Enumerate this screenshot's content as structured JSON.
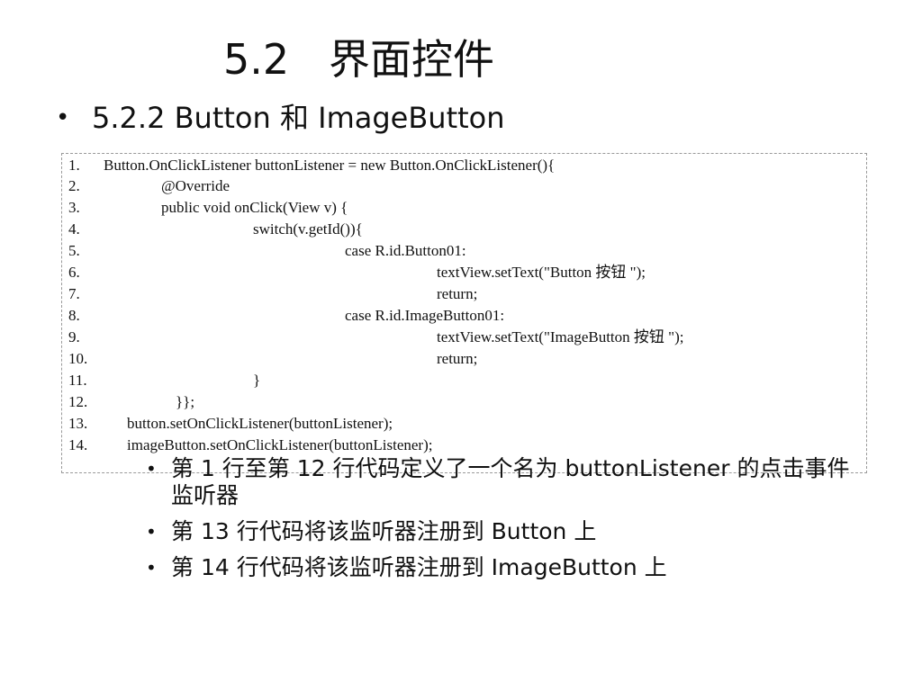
{
  "slide": {
    "title": "5.2   界面控件",
    "subtitle": "5.2.2 Button 和 ImageButton",
    "bullet_glyph": "•"
  },
  "code": {
    "lines": [
      {
        "num": "1.",
        "text": "Button.OnClickListener buttonListener = new Button.OnClickListener(){"
      },
      {
        "num": "2.",
        "text": "@Override"
      },
      {
        "num": "3.",
        "text": "public void onClick(View v) {"
      },
      {
        "num": "4.",
        "text": "switch(v.getId()){"
      },
      {
        "num": "5.",
        "text": "case R.id.Button01:"
      },
      {
        "num": "6.",
        "text": "textView.setText(\"Button 按钮 \");"
      },
      {
        "num": "7.",
        "text": "return;"
      },
      {
        "num": "8.",
        "text": "case R.id.ImageButton01:"
      },
      {
        "num": "9.",
        "text": "textView.setText(\"ImageButton 按钮 \");"
      },
      {
        "num": "10.",
        "text": "return;"
      },
      {
        "num": "11.",
        "text": "}"
      },
      {
        "num": "12.",
        "text": "}};"
      },
      {
        "num": "13.",
        "text": "button.setOnClickListener(buttonListener);"
      },
      {
        "num": "14.",
        "text": "imageButton.setOnClickListener(buttonListener);"
      }
    ]
  },
  "notes": [
    "第 1 行至第 12 行代码定义了一个名为 buttonListener 的点击事件监听器",
    "第 13 行代码将该监听器注册到 Button 上",
    "第 14 行代码将该监听器注册到 ImageButton 上"
  ]
}
